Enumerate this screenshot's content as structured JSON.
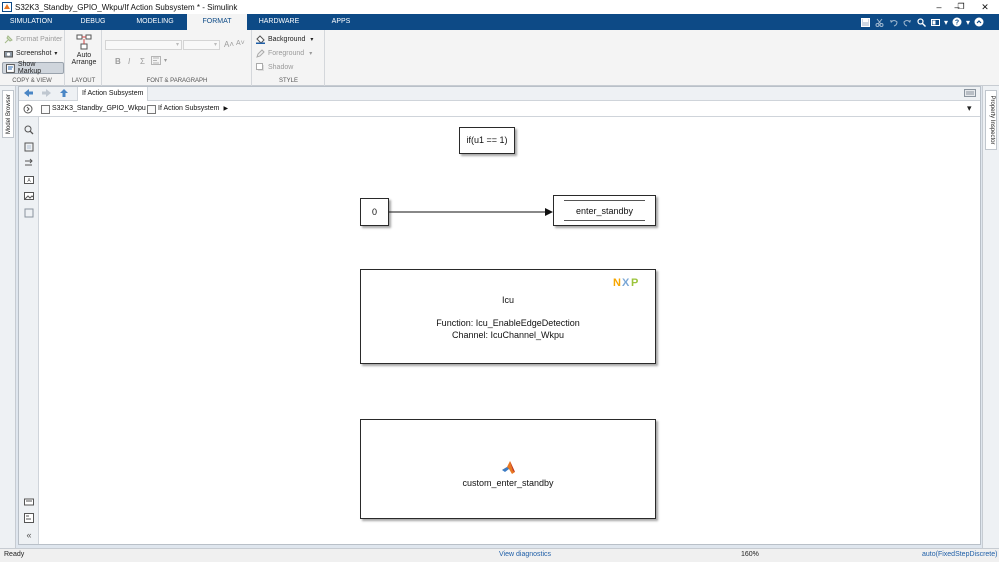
{
  "window": {
    "title": "S32K3_Standby_GPIO_Wkpu/If Action Subsystem * - Simulink",
    "minimize_glyph": "–",
    "maximize_glyph": "❐",
    "close_glyph": "✕"
  },
  "ribbon_tabs": [
    "SIMULATION",
    "DEBUG",
    "MODELING",
    "FORMAT",
    "HARDWARE",
    "APPS"
  ],
  "active_tab": "FORMAT",
  "ribbon": {
    "copy_view": {
      "format_painter": "Format Painter",
      "screenshot": "Screenshot",
      "show_markup": "Show Markup",
      "label": "COPY & VIEW"
    },
    "layout": {
      "auto_arrange_line1": "Auto",
      "auto_arrange_line2": "Arrange",
      "label": "LAYOUT"
    },
    "font_paragraph": {
      "bold": "B",
      "italic": "I",
      "sigma": "Σ",
      "grow": "A˄",
      "shrink": "A˅",
      "label": "FONT & PARAGRAPH"
    },
    "style": {
      "background": "Background",
      "foreground": "Foreground",
      "shadow": "Shadow",
      "label": "STYLE"
    }
  },
  "document_tab": "If Action Subsystem",
  "breadcrumb": [
    "S32K3_Standby_GPIO_Wkpu",
    "If Action Subsystem"
  ],
  "blocks": {
    "action_port": "if(u1 == 1)",
    "constant": "0",
    "data_store_write": "enter_standby",
    "icu": {
      "title": "Icu",
      "function": "Function: Icu_EnableEdgeDetection",
      "channel": "Channel: IcuChannel_Wkpu",
      "logo": "NXP"
    },
    "matlab_function": "custom_enter_standby"
  },
  "side_panels": {
    "left": "Model Browser",
    "right": "Property Inspector"
  },
  "status_bar": {
    "state": "Ready",
    "diagnostics_link": "View diagnostics",
    "zoom": "160%",
    "solver": "auto(FixedStepDiscrete)"
  },
  "colors": {
    "tab_bar": "#0d4a86",
    "ribbon_bg": "#f4f4f4",
    "link": "#1f5fa8",
    "nxp_orange": "#f7a600",
    "nxp_blue": "#7aa7d6",
    "nxp_green": "#9bc43b"
  }
}
